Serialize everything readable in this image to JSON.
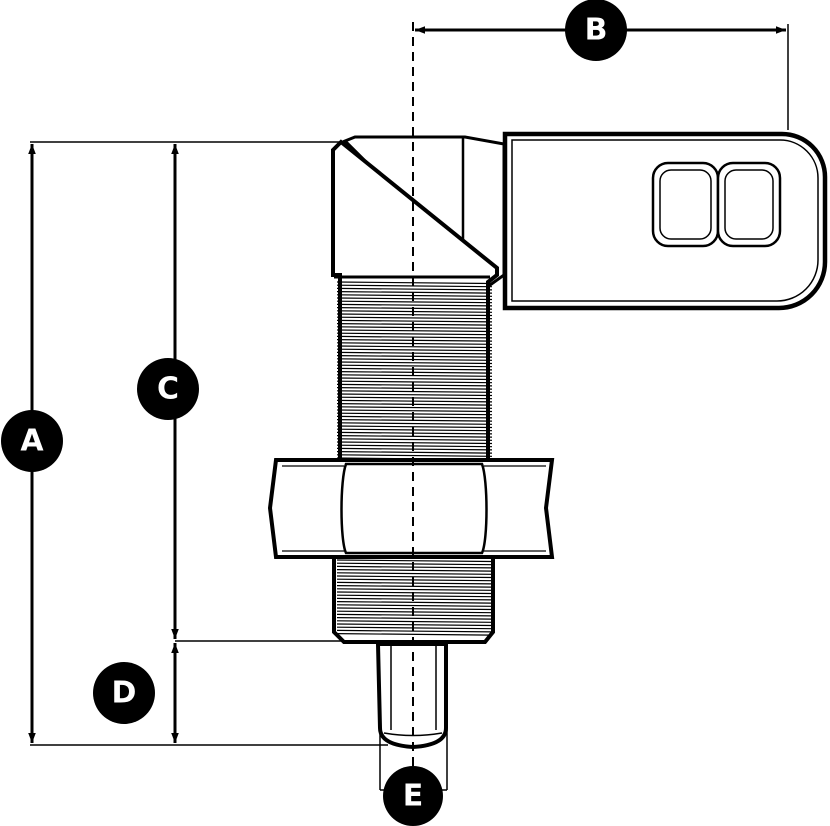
{
  "dimensions": {
    "A": "A",
    "B": "B",
    "C": "C",
    "D": "D",
    "E": "E"
  },
  "colors": {
    "line": "#000000",
    "badge": "#000000",
    "badge_text": "#ffffff",
    "background": "#ffffff"
  }
}
